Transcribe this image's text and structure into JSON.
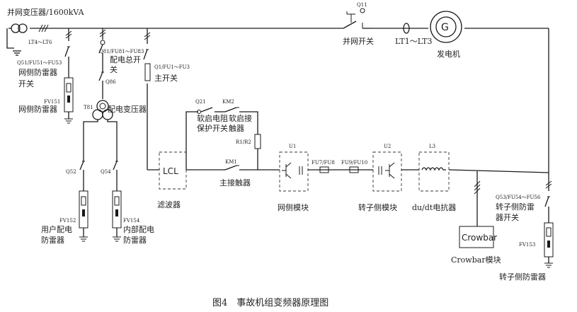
{
  "labels": {
    "grid_transformer": "并网变压器/1600kVA",
    "lt4_lt6": "LT4～LT6",
    "q51": "Q51/FU51～FU53",
    "grid_arrester_switch_1": "网侧防雷器",
    "grid_arrester_switch_2": "开关",
    "fv151": "FV151",
    "grid_arrester": "网侧防雷器",
    "q81": "Q81/FU81～FU83",
    "dist_main_switch_1": "配电总开",
    "dist_main_switch_2": "关",
    "q86": "Q86",
    "t81": "T81",
    "dist_transformer": "配电变压器",
    "q1": "Q1/FU1～FU3",
    "main_switch": "主开关",
    "q21": "Q21",
    "softstart_protect_1": "软启电阻",
    "softstart_protect_2": "保护开关",
    "km2": "KM2",
    "softstart_contactor_1": "软启接",
    "softstart_contactor_2": "触器",
    "r1r2": "R1/R2",
    "q52": "Q52",
    "q54": "Q54",
    "lcl": "LCL",
    "filter": "滤波器",
    "km1": "KM1",
    "main_contactor": "主接触器",
    "u1": "U1",
    "fu7_fu8": "FU7/FU8",
    "fu9_fu10": "FU9/FU10",
    "u2": "U2",
    "l3": "L3",
    "grid_module": "网侧模块",
    "rotor_module": "转子侧模块",
    "dudt_reactor": "du/dt电抗器",
    "fv152": "FV152",
    "user_arrester_1": "用户配电",
    "user_arrester_2": "防雷器",
    "fv154": "FV154",
    "internal_arrester_1": "内部配电",
    "internal_arrester_2": "防雷器",
    "q11": "Q11",
    "grid_switch": "并网开关",
    "lt1_lt3": "LT1～LT3",
    "generator_symbol": "G",
    "generator": "发电机",
    "q53": "Q53/FU54～FU56",
    "rotor_arrester_switch_1": "转子侧防雷",
    "rotor_arrester_switch_2": "器开关",
    "crowbar": "Crowbar",
    "crowbar_module": "Crowbar模块",
    "fv153": "FV153",
    "rotor_arrester": "转子侧防雷器"
  },
  "caption": "图4　事故机组变频器原理图"
}
